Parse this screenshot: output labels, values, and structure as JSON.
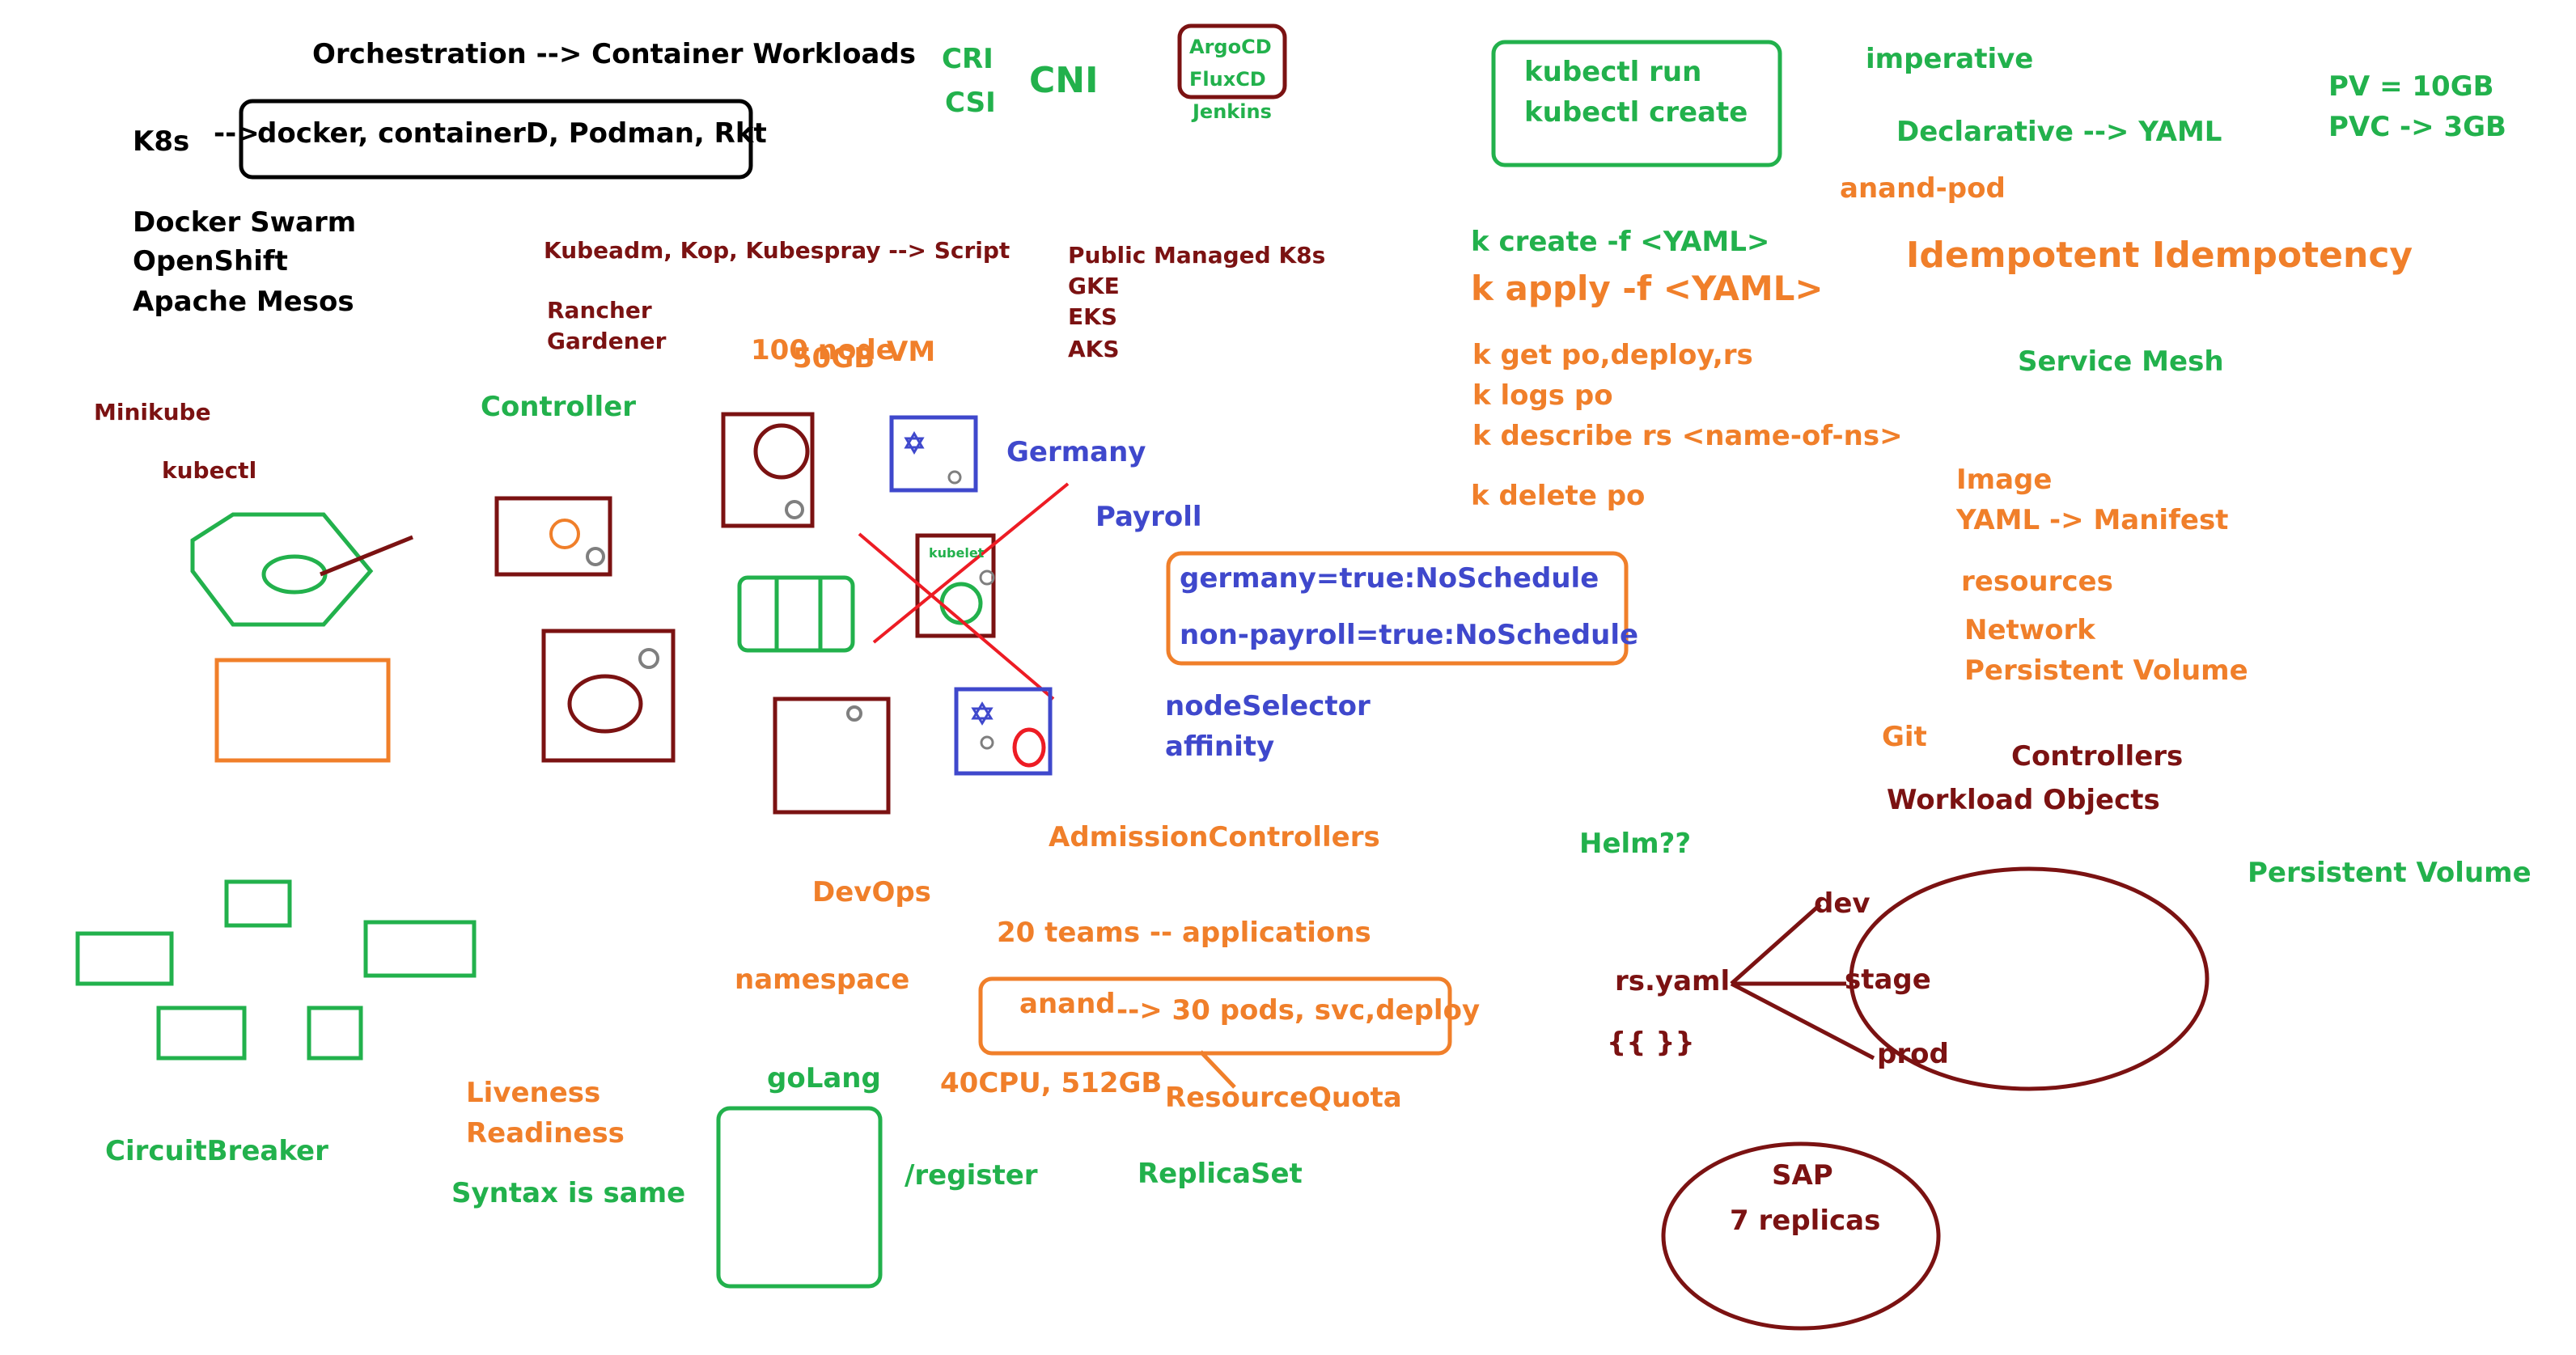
{
  "colors": {
    "black": "#000000",
    "green": "#22b14c",
    "orange": "#f07f2a",
    "dark_red": "#7b1212",
    "blue": "#3f48cc",
    "red": "#ed1c24",
    "gray": "#7f7f7f"
  },
  "icons": [
    "hexagon-shape",
    "star-of-david-icon",
    "gear-icon",
    "cross-mark"
  ],
  "notes": {
    "orchestration": "Orchestration --> Container Workloads",
    "k8s": "K8s",
    "arrow": "-->",
    "runtimes": "docker, containerD, Podman, Rkt",
    "docker_swarm": "Docker Swarm",
    "openshift": "OpenShift",
    "apache_mesos": "Apache Mesos",
    "kubeadm": "Kubeadm, Kop, Kubespray --> Script",
    "rancher": "Rancher",
    "gardener": "Gardener",
    "minikube": "Minikube",
    "kubectl": "kubectl",
    "controller": "Controller",
    "node_100": "100 node",
    "gb_50": "50GB",
    "vm": "VM",
    "cri": "CRI",
    "csi": "CSI",
    "cni": "CNI",
    "argocd": "ArgoCD",
    "fluxcd": "FluxCD",
    "jenkins": "Jenkins",
    "public_managed": "Public Managed K8s",
    "gke": "GKE",
    "eks": "EKS",
    "aks": "AKS",
    "germany": "Germany",
    "payroll": "Payroll",
    "kubelet": "kubelet",
    "taint_germany": "germany=true:NoSchedule",
    "taint_payroll": "non-payroll=true:NoSchedule",
    "node_selector": "nodeSelector",
    "affinity": "affinity",
    "admission": "AdmissionControllers",
    "devops": "DevOps",
    "teams": "20 teams -- applications",
    "namespace": "namespace",
    "anand": "anand",
    "pods": "--> 30 pods, svc,deploy",
    "cpu": "40CPU, 512GB",
    "resource_quota": "ResourceQuota",
    "golang": "goLang",
    "register": "/register",
    "replicaset": "ReplicaSet",
    "liveness": "Liveness",
    "readiness": "Readiness",
    "syntax": "Syntax is same",
    "circuit_breaker": "CircuitBreaker",
    "kubectl_run": "kubectl run",
    "kubectl_create": "kubectl create",
    "imperative": "imperative",
    "declarative": "Declarative --> YAML",
    "anand_pod": "anand-pod",
    "pv": "PV = 10GB",
    "pvc": "PVC -> 3GB",
    "k_create": "k create -f <YAML>",
    "k_apply": "k apply -f <YAML>",
    "idempotent": "Idempotent Idempotency",
    "k_get": "k get po,deploy,rs",
    "k_logs": "k logs po",
    "k_describe": "k describe rs <name-of-ns>",
    "k_delete": "k delete po",
    "service_mesh": "Service Mesh",
    "image": "Image",
    "yaml_manifest": "YAML -> Manifest",
    "resources": "resources",
    "network": "Network",
    "persistent_volume_1": "Persistent Volume",
    "git": "Git",
    "controllers": "Controllers",
    "workload_objects": "Workload Objects",
    "helm": "Helm??",
    "persistent_volume_2": "Persistent Volume",
    "dev": "dev",
    "rs_yaml": "rs.yaml",
    "stage": "stage",
    "prod": "prod",
    "braces": "{{ }}",
    "sap": "SAP",
    "replicas": "7 replicas"
  }
}
